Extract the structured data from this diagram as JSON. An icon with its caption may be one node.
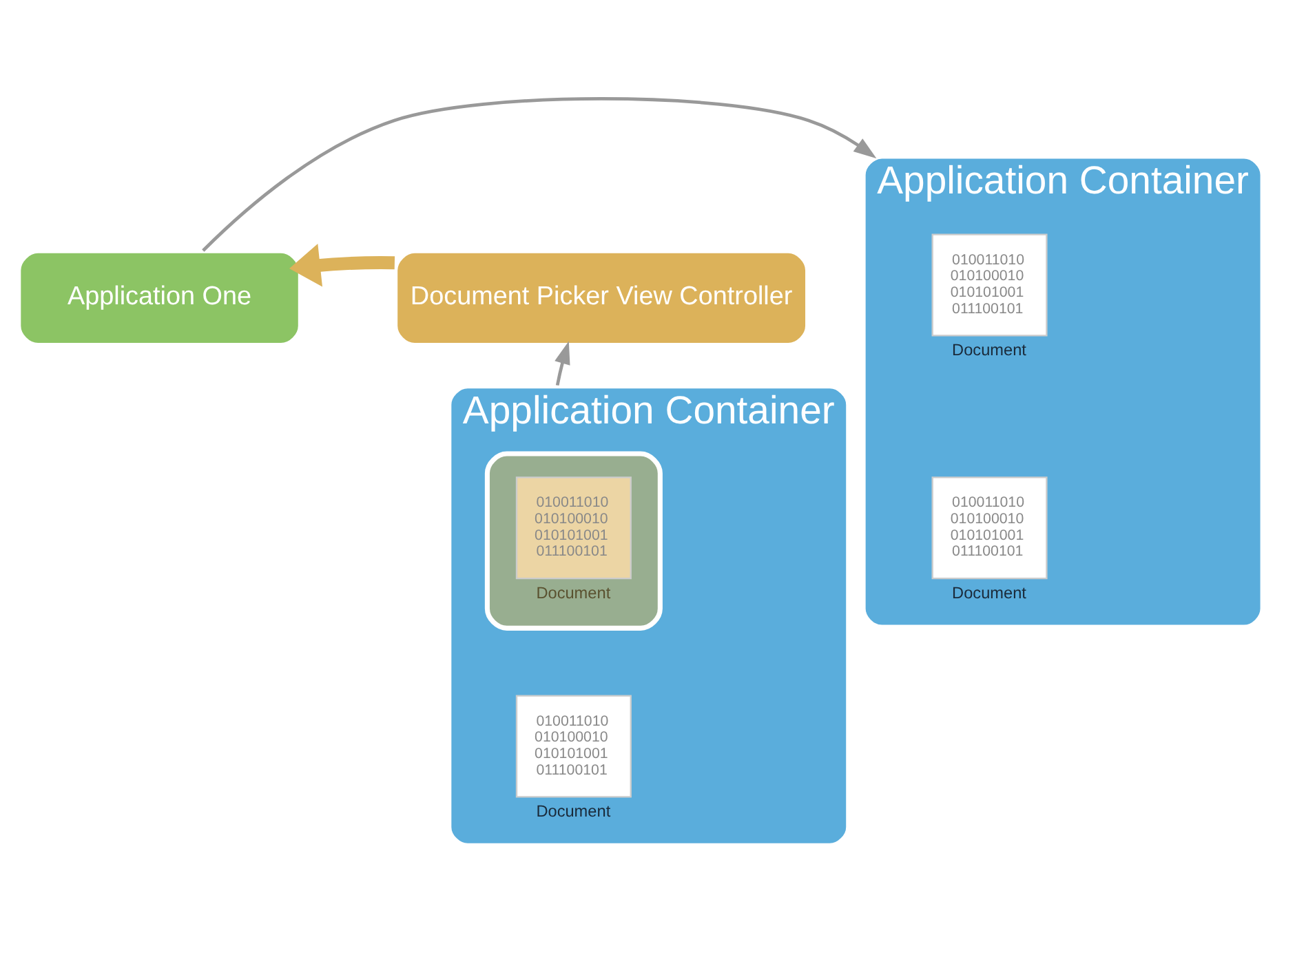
{
  "diagram": {
    "nodes": [
      {
        "text": [
          "Application One"
        ]
      },
      {
        "text": [
          "Document Picker View Controller"
        ]
      },
      {
        "text": [
          "Application Container"
        ]
      },
      {
        "text": [
          "010011010 010100010 010101001 011100101"
        ],
        "beside": [
          "Document"
        ],
        "in": 2
      },
      {
        "text": [
          "010011010 010100010 010101001 011100101"
        ],
        "beside": [
          "Document"
        ],
        "in": 2
      },
      {
        "text": [
          "Application Container"
        ]
      },
      {
        "text": [],
        "shape": "box",
        "in": 5
      },
      {
        "text": [
          "010011010 010100010 010101001 011100101"
        ],
        "beside": [
          "Document"
        ],
        "in": 6
      },
      {
        "text": [
          "010011010 010100010 010101001 011100101"
        ],
        "beside": [
          "Document"
        ],
        "in": 5
      }
    ],
    "edges": [
      {
        "from": 1,
        "to": 0,
        "arrow": "to",
        "style": "thick",
        "color": "#dcb25a"
      },
      {
        "from": 0,
        "to": 2,
        "arrow": "to"
      },
      {
        "from": 5,
        "to": 1,
        "arrow": "to"
      }
    ]
  }
}
